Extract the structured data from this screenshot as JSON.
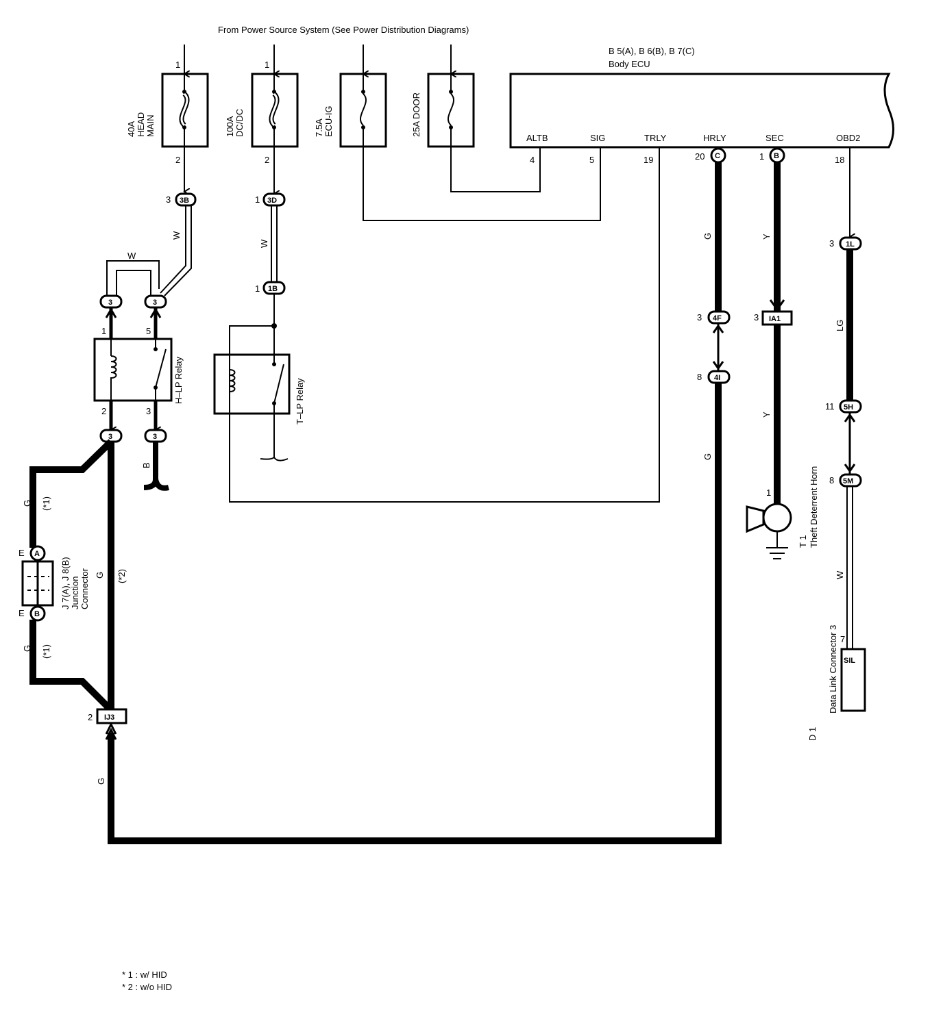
{
  "header": {
    "source": "From Power Source System (See Power Distribution Diagrams)"
  },
  "ecu": {
    "connectors": "B 5(A), B 6(B), B 7(C)",
    "name": "Body ECU",
    "terminals": [
      "ALTB",
      "SIG",
      "TRLY",
      "HRLY",
      "SEC",
      "OBD2"
    ],
    "pins": [
      "4",
      "5",
      "19",
      "20",
      "1",
      "18"
    ],
    "pin_conn": [
      "C",
      "B"
    ]
  },
  "fuses": [
    {
      "name1": "40A",
      "name2": "HEAD",
      "name3": "MAIN",
      "pin_top": "1",
      "pin_bottom": "2"
    },
    {
      "name1": "100A",
      "name2": "DC/DC",
      "name3": "",
      "pin_top": "1",
      "pin_bottom": "2"
    },
    {
      "name1": "7.5A",
      "name2": "ECU-IG",
      "name3": ""
    },
    {
      "name1": "25A DOOR",
      "name2": "",
      "name3": ""
    }
  ],
  "connectors": {
    "c3b": {
      "id": "3B",
      "pin": "3"
    },
    "c3d": {
      "id": "3D",
      "pin": "1"
    },
    "c1b": {
      "id": "1B",
      "pin": "1"
    },
    "hrelay_in_a": {
      "id": "3"
    },
    "hrelay_in_b": {
      "id": "3"
    },
    "hrelay_out_a": {
      "id": "3"
    },
    "hrelay_out_b": {
      "id": "3"
    },
    "c4f": {
      "id": "4F",
      "pin": "3"
    },
    "c4i": {
      "id": "4I",
      "pin": "8"
    },
    "ia1": {
      "id": "IA1",
      "pin": "3"
    },
    "c1l": {
      "id": "1L",
      "pin": "3"
    },
    "c5h": {
      "id": "5H",
      "pin": "11"
    },
    "c5m": {
      "id": "5M",
      "pin": "8"
    },
    "ij3": {
      "id": "IJ3",
      "pin": "2"
    },
    "sil": {
      "id": "SIL",
      "pin": "7"
    },
    "ja": {
      "id": "A",
      "pin": "E"
    },
    "jb": {
      "id": "B",
      "pin": "E"
    }
  },
  "relays": {
    "hlp": {
      "name": "H–LP Relay",
      "pins": [
        "1",
        "5",
        "2",
        "3"
      ]
    },
    "tlp": {
      "name": "T–LP Relay"
    }
  },
  "wires": {
    "w1": "W",
    "w2": "W",
    "w3": "W",
    "b": "B",
    "g1": "G",
    "g2": "G",
    "g3": "G",
    "g4": "G",
    "g5": "G",
    "g6": "G",
    "y1": "Y",
    "y2": "Y",
    "lg": "LG",
    "w4": "W"
  },
  "notes": {
    "n1": "(*1)",
    "n2": "(*2)",
    "n3": "(*1)"
  },
  "junction": {
    "l1": "J 7(A), J 8(B)",
    "l2": "Junction",
    "l3": "Connector"
  },
  "horn": {
    "id": "T 1",
    "name": "Theft Deterrent Horn",
    "pin": "1"
  },
  "dlc": {
    "id": "D 1",
    "name": "Data Link Connector 3"
  },
  "footnotes": {
    "f1": "* 1 : w/ HID",
    "f2": "* 2 : w/o HID"
  }
}
